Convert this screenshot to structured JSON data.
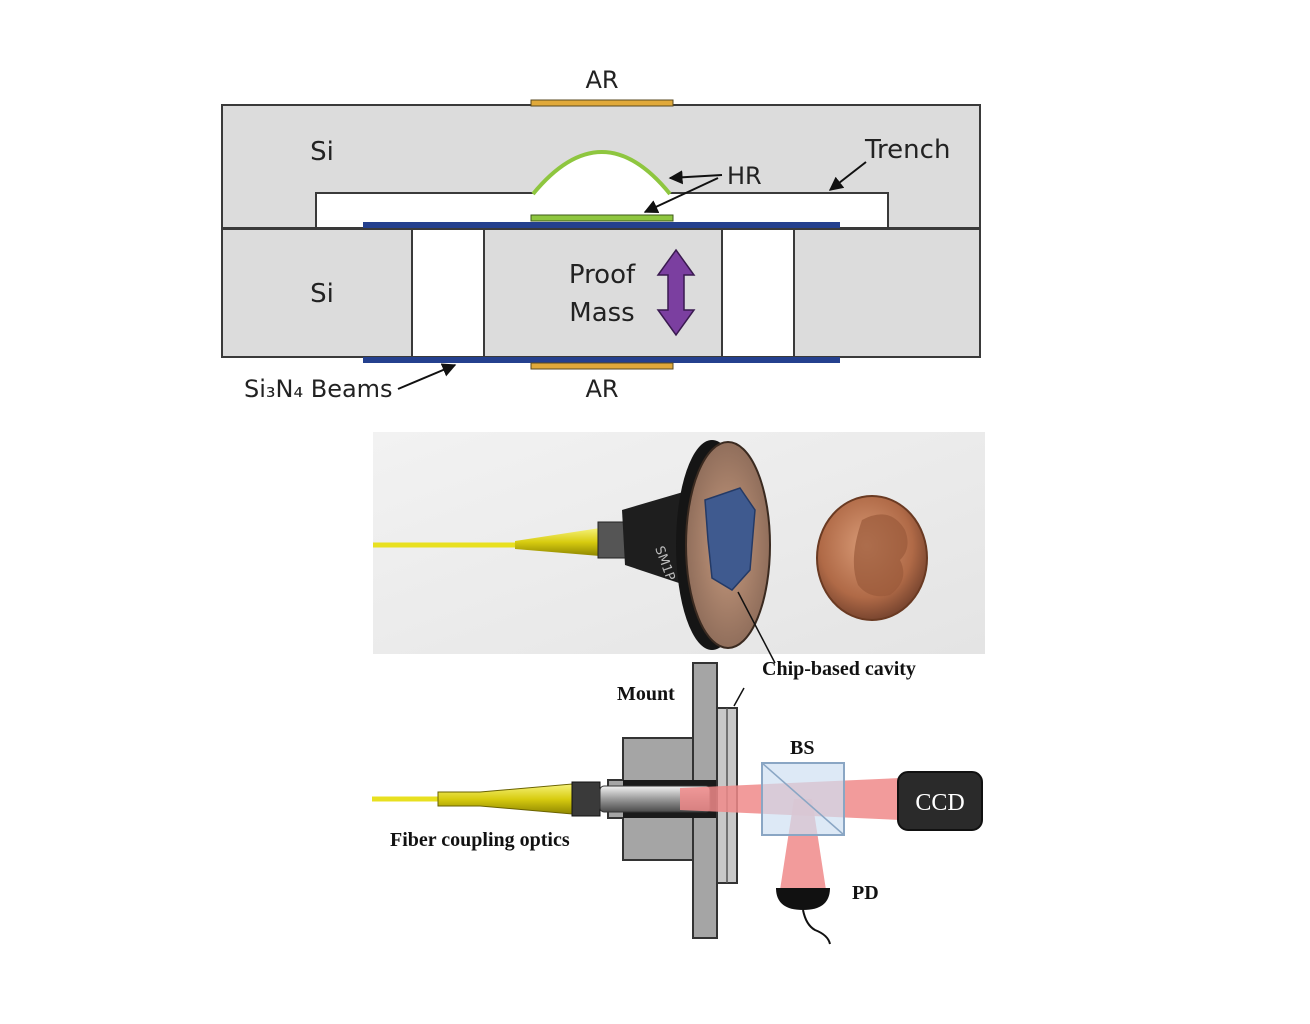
{
  "cross_section": {
    "ar_top_label": "AR",
    "si_top_label": "Si",
    "si_bottom_label": "Si",
    "hr_label": "HR",
    "trench_label": "Trench",
    "proof_mass_line1": "Proof",
    "proof_mass_line2": "Mass",
    "beams_label": "Si₃N₄ Beams",
    "ar_bottom_label": "AR"
  },
  "photo": {
    "adapter_text": "SM1P"
  },
  "setup": {
    "chip_cavity_label": "Chip-based cavity",
    "mount_label": "Mount",
    "bs_label": "BS",
    "ccd_label": "CCD",
    "fiber_label": "Fiber coupling optics",
    "pd_label": "PD"
  },
  "colors": {
    "silicon": "#dcdcdc",
    "outline": "#3a3a3a",
    "ar_coating": "#e0a93a",
    "hr_coating": "#8ec63f",
    "beam_nitride": "#24408e",
    "arrow": "#7b3fa0",
    "laser": "#f08a8a",
    "fiber": "#e8e020"
  }
}
